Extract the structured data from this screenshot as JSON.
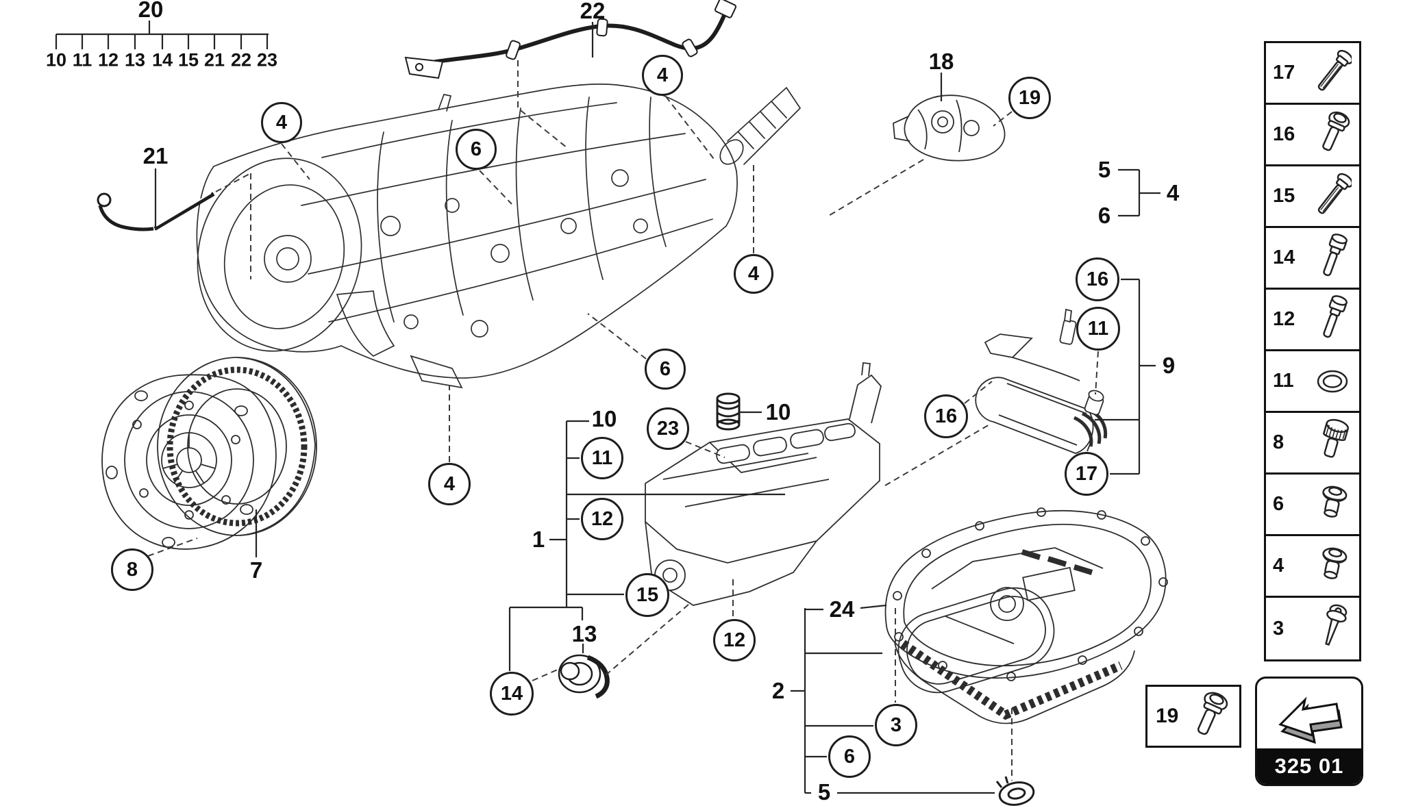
{
  "page": {
    "background": "#ffffff",
    "line_color": "#2d2d2d",
    "arrow_gray": "#9b9b9b"
  },
  "group_bracket": {
    "label": "20",
    "numbers": [
      "10",
      "11",
      "12",
      "13",
      "14",
      "15",
      "21",
      "22",
      "23"
    ]
  },
  "circles": [
    {
      "label": "4"
    },
    {
      "label": "6"
    },
    {
      "label": "4"
    },
    {
      "label": "4"
    },
    {
      "label": "6"
    },
    {
      "label": "23"
    },
    {
      "label": "11"
    },
    {
      "label": "12"
    },
    {
      "label": "15"
    },
    {
      "label": "14"
    },
    {
      "label": "12"
    },
    {
      "label": "4"
    },
    {
      "label": "8"
    },
    {
      "label": "19"
    },
    {
      "label": "16"
    },
    {
      "label": "11"
    },
    {
      "label": "16"
    },
    {
      "label": "17"
    },
    {
      "label": "3"
    },
    {
      "label": "6"
    }
  ],
  "labels": [
    {
      "text": "20"
    },
    {
      "text": "21"
    },
    {
      "text": "22"
    },
    {
      "text": "18"
    },
    {
      "text": "5"
    },
    {
      "text": "6"
    },
    {
      "text": "4"
    },
    {
      "text": "9"
    },
    {
      "text": "10"
    },
    {
      "text": "10"
    },
    {
      "text": "1"
    },
    {
      "text": "13"
    },
    {
      "text": "7"
    },
    {
      "text": "24"
    },
    {
      "text": "2"
    },
    {
      "text": "5"
    }
  ],
  "legend": {
    "items": [
      {
        "number": "17",
        "icon": "long-bolt-icon"
      },
      {
        "number": "16",
        "icon": "flange-screw-icon"
      },
      {
        "number": "15",
        "icon": "long-bolt-icon"
      },
      {
        "number": "14",
        "icon": "socket-screw-icon"
      },
      {
        "number": "12",
        "icon": "socket-screw-icon"
      },
      {
        "number": "11",
        "icon": "o-ring-icon"
      },
      {
        "number": "8",
        "icon": "knurled-plug-icon"
      },
      {
        "number": "6",
        "icon": "flange-plug-icon"
      },
      {
        "number": "4",
        "icon": "flange-plug-icon"
      },
      {
        "number": "3",
        "icon": "torx-screw-icon"
      }
    ]
  },
  "footer": {
    "fastener_box": {
      "number": "19",
      "icon": "flange-screw-icon"
    },
    "nav_box": {
      "code": "325 01",
      "icon": "direction-arrow-icon"
    }
  }
}
